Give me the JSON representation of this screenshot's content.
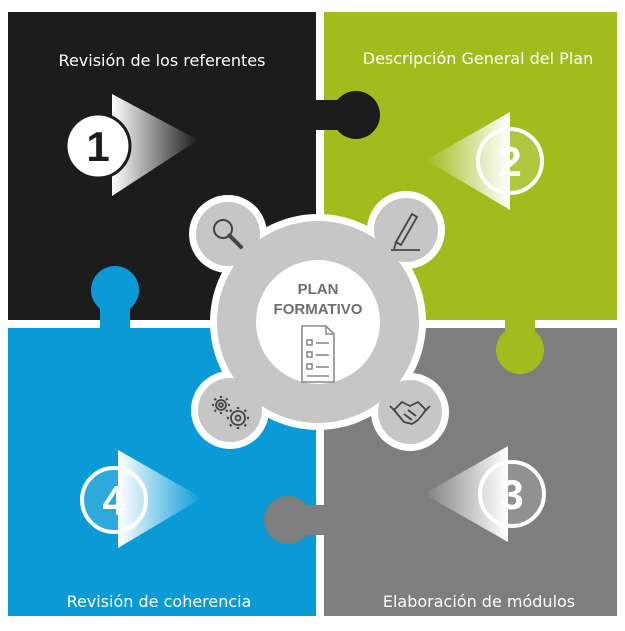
{
  "steps": [
    {
      "number": "1",
      "title": "Revisión de los referentes",
      "color": "#1c1c1c"
    },
    {
      "number": "2",
      "title": "Descripción General del Plan",
      "color": "#a2bc1e"
    },
    {
      "number": "3",
      "title": "Elaboración de módulos",
      "color": "#7e7e7e"
    },
    {
      "number": "4",
      "title": "Revisión de coherencia",
      "color": "#0a9bd6"
    }
  ],
  "center": {
    "line1": "PLAN",
    "line2": "FORMATIVO"
  },
  "icons": [
    "magnifier-icon",
    "pen-icon",
    "gears-icon",
    "handshake-icon",
    "document-checklist-icon"
  ]
}
